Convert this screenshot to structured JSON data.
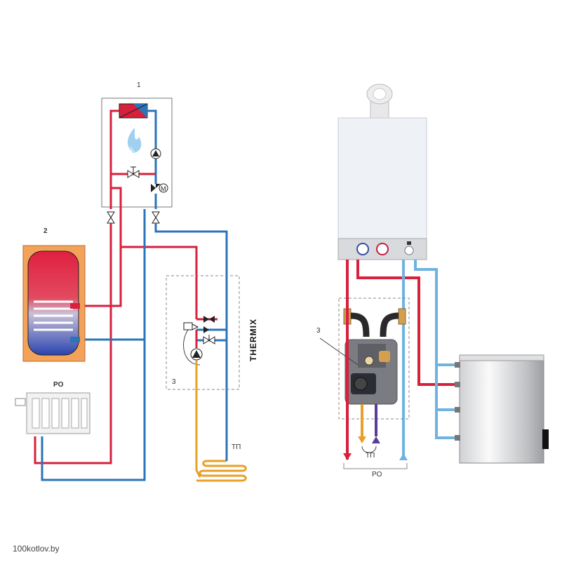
{
  "left_diagram": {
    "boiler_number": "1",
    "tank_number": "2",
    "mixer_number": "3",
    "radiator_label": "PO",
    "floor_heating_label": "ТП",
    "thermix_label": "THERMIX"
  },
  "right_diagram": {
    "mixer_number": "3",
    "floor_heating_label": "ТП",
    "radiator_label": "PO"
  },
  "watermark": "100kotlov.by",
  "colors": {
    "supply": "#d6203c",
    "return": "#2b74b8",
    "floor_supply": "#e8a028",
    "floor_return": "#5a3d96",
    "light_return": "#6fb3e0"
  }
}
